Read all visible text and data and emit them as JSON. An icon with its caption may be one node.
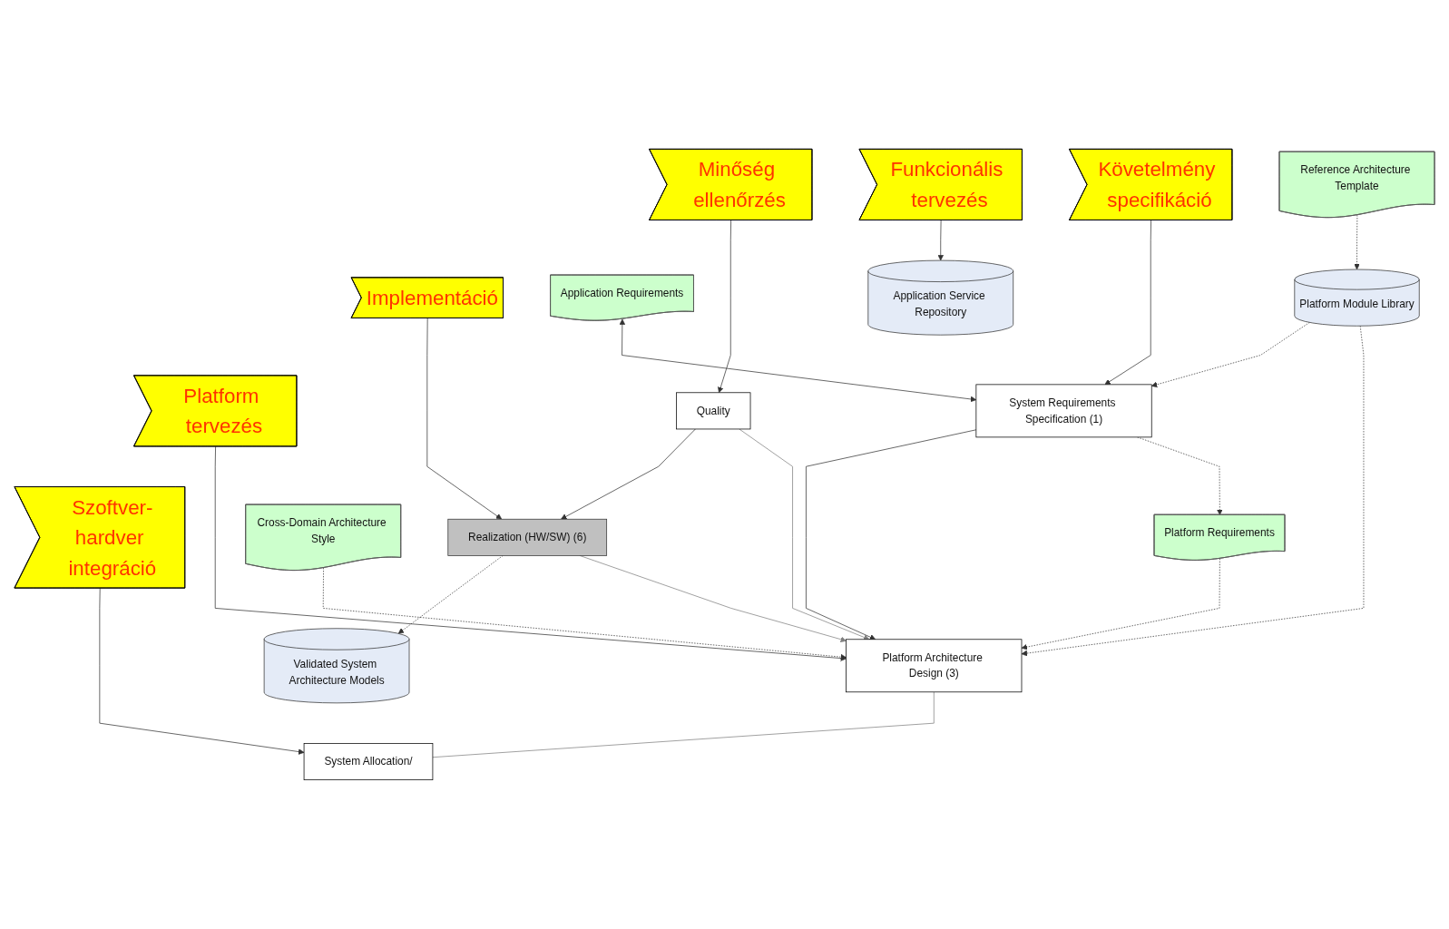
{
  "diagram": {
    "nodes": [
      {
        "text": [
          "Application Requirements"
        ]
      },
      {
        "text": [
          "System Requirements Specification (1)"
        ]
      },
      {
        "text": [
          "Platform Requirements"
        ]
      },
      {
        "text": [
          "Application Service Repository"
        ]
      },
      {
        "text": [
          "Cross-Domain Architecture Style"
        ]
      },
      {
        "text": [
          "System Allocation/"
        ]
      },
      {
        "text": [
          "Quality"
        ]
      },
      {
        "text": [
          "Realization (HW/SW) (6)"
        ]
      },
      {
        "text": [
          "Validated System Architecture Models"
        ]
      },
      {
        "text": [
          "Platform Architecture Design (3)"
        ]
      },
      {
        "text": [
          "Platform Module Library"
        ]
      },
      {
        "text": [
          "Reference Architecture Template"
        ]
      },
      {
        "text": [
          "Funkcionális tervezés"
        ]
      },
      {
        "text": [
          "Követelmény specifikáció"
        ]
      },
      {
        "text": [
          "Szoftver-hardver integráció"
        ]
      },
      {
        "text": [
          "Platform tervezés"
        ]
      },
      {
        "text": [
          "Minőség ellenőrzés"
        ]
      },
      {
        "text": [
          "Implementáció"
        ]
      }
    ],
    "edges": [
      {
        "from": 0,
        "to": 1,
        "arrow": "both"
      },
      {
        "from": 1,
        "to": 2,
        "arrow": "to",
        "style": "dashed"
      },
      {
        "from": 1,
        "to": 9,
        "arrow": "to"
      },
      {
        "from": 2,
        "to": 9,
        "arrow": "to",
        "style": "dashed"
      },
      {
        "from": 4,
        "to": 9,
        "arrow": "to",
        "style": "dashed"
      },
      {
        "from": 10,
        "to": 9,
        "arrow": "to",
        "style": "dashed"
      },
      {
        "from": 11,
        "to": 10,
        "arrow": "to",
        "style": "dashed"
      },
      {
        "from": 10,
        "to": 1,
        "arrow": "to",
        "style": "dashed"
      },
      {
        "from": 9,
        "to": 5,
        "arrow": "none",
        "color": "#808080"
      },
      {
        "from": 6,
        "to": 9,
        "arrow": "to",
        "color": "#808080"
      },
      {
        "from": 7,
        "to": 9,
        "arrow": "to",
        "color": "#808080"
      },
      {
        "from": 6,
        "to": 7,
        "arrow": "to"
      },
      {
        "from": 7,
        "to": 8,
        "arrow": "to",
        "style": "dashed"
      },
      {
        "from": 12,
        "to": 3,
        "arrow": "to"
      },
      {
        "from": 13,
        "to": 1,
        "arrow": "to"
      },
      {
        "from": 14,
        "to": 5,
        "arrow": "to"
      },
      {
        "from": 15,
        "to": 9,
        "arrow": "to"
      },
      {
        "from": 16,
        "to": 6,
        "arrow": "to"
      },
      {
        "from": 17,
        "to": 7,
        "arrow": "to"
      }
    ]
  }
}
